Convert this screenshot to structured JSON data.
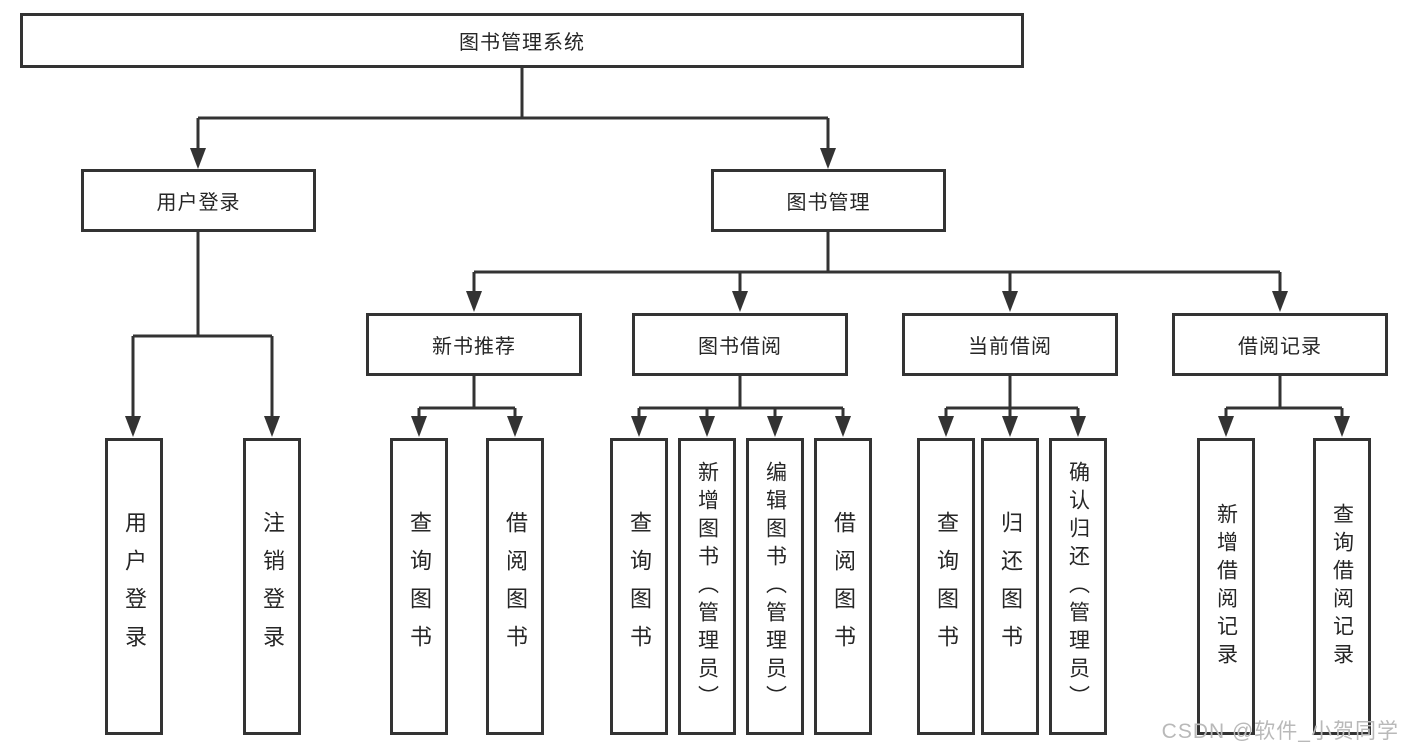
{
  "diagram": {
    "root": {
      "label": "图书管理系统"
    },
    "branches": [
      {
        "label": "用户登录",
        "leaves": [
          "用户登录",
          "注销登录"
        ]
      },
      {
        "label": "图书管理",
        "children": [
          {
            "label": "新书推荐",
            "leaves": [
              "查询图书",
              "借阅图书"
            ]
          },
          {
            "label": "图书借阅",
            "leaves": [
              "查询图书",
              "新增图书（管理员）",
              "编辑图书（管理员）",
              "借阅图书"
            ]
          },
          {
            "label": "当前借阅",
            "leaves": [
              "查询图书",
              "归还图书",
              "确认归还（管理员）"
            ]
          },
          {
            "label": "借阅记录",
            "leaves": [
              "新增借阅记录",
              "查询借阅记录"
            ]
          }
        ]
      }
    ]
  },
  "watermark": {
    "text": "CSDN @软件_小贺同学"
  },
  "colors": {
    "line": "#333333",
    "text": "#262626",
    "background": "#ffffff",
    "watermark": "#b9b9b9"
  }
}
